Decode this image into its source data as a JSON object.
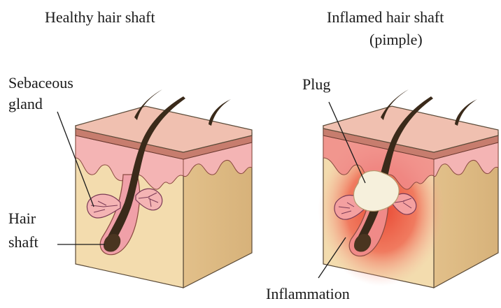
{
  "panels": {
    "healthy": {
      "title": "Healthy hair shaft",
      "labels": {
        "sebaceous_line1": "Sebaceous",
        "sebaceous_line2": "gland",
        "hair_line1": "Hair",
        "hair_line2": "shaft"
      }
    },
    "inflamed": {
      "title_line1": "Inflamed hair shaft",
      "title_line2": "(pimple)",
      "labels": {
        "plug": "Plug",
        "inflammation": "Inflammation"
      }
    }
  },
  "colors": {
    "skin_tissue": "#f3dcae",
    "skin_side": "#e5c58e",
    "epidermis_top": "#f0c0b0",
    "epidermis_band": "#c77d6e",
    "dermis_pink": "#f4b4b4",
    "hair": "#3a2a1a",
    "inflammation": "#e8402c",
    "plug": "#f6f0dc"
  }
}
